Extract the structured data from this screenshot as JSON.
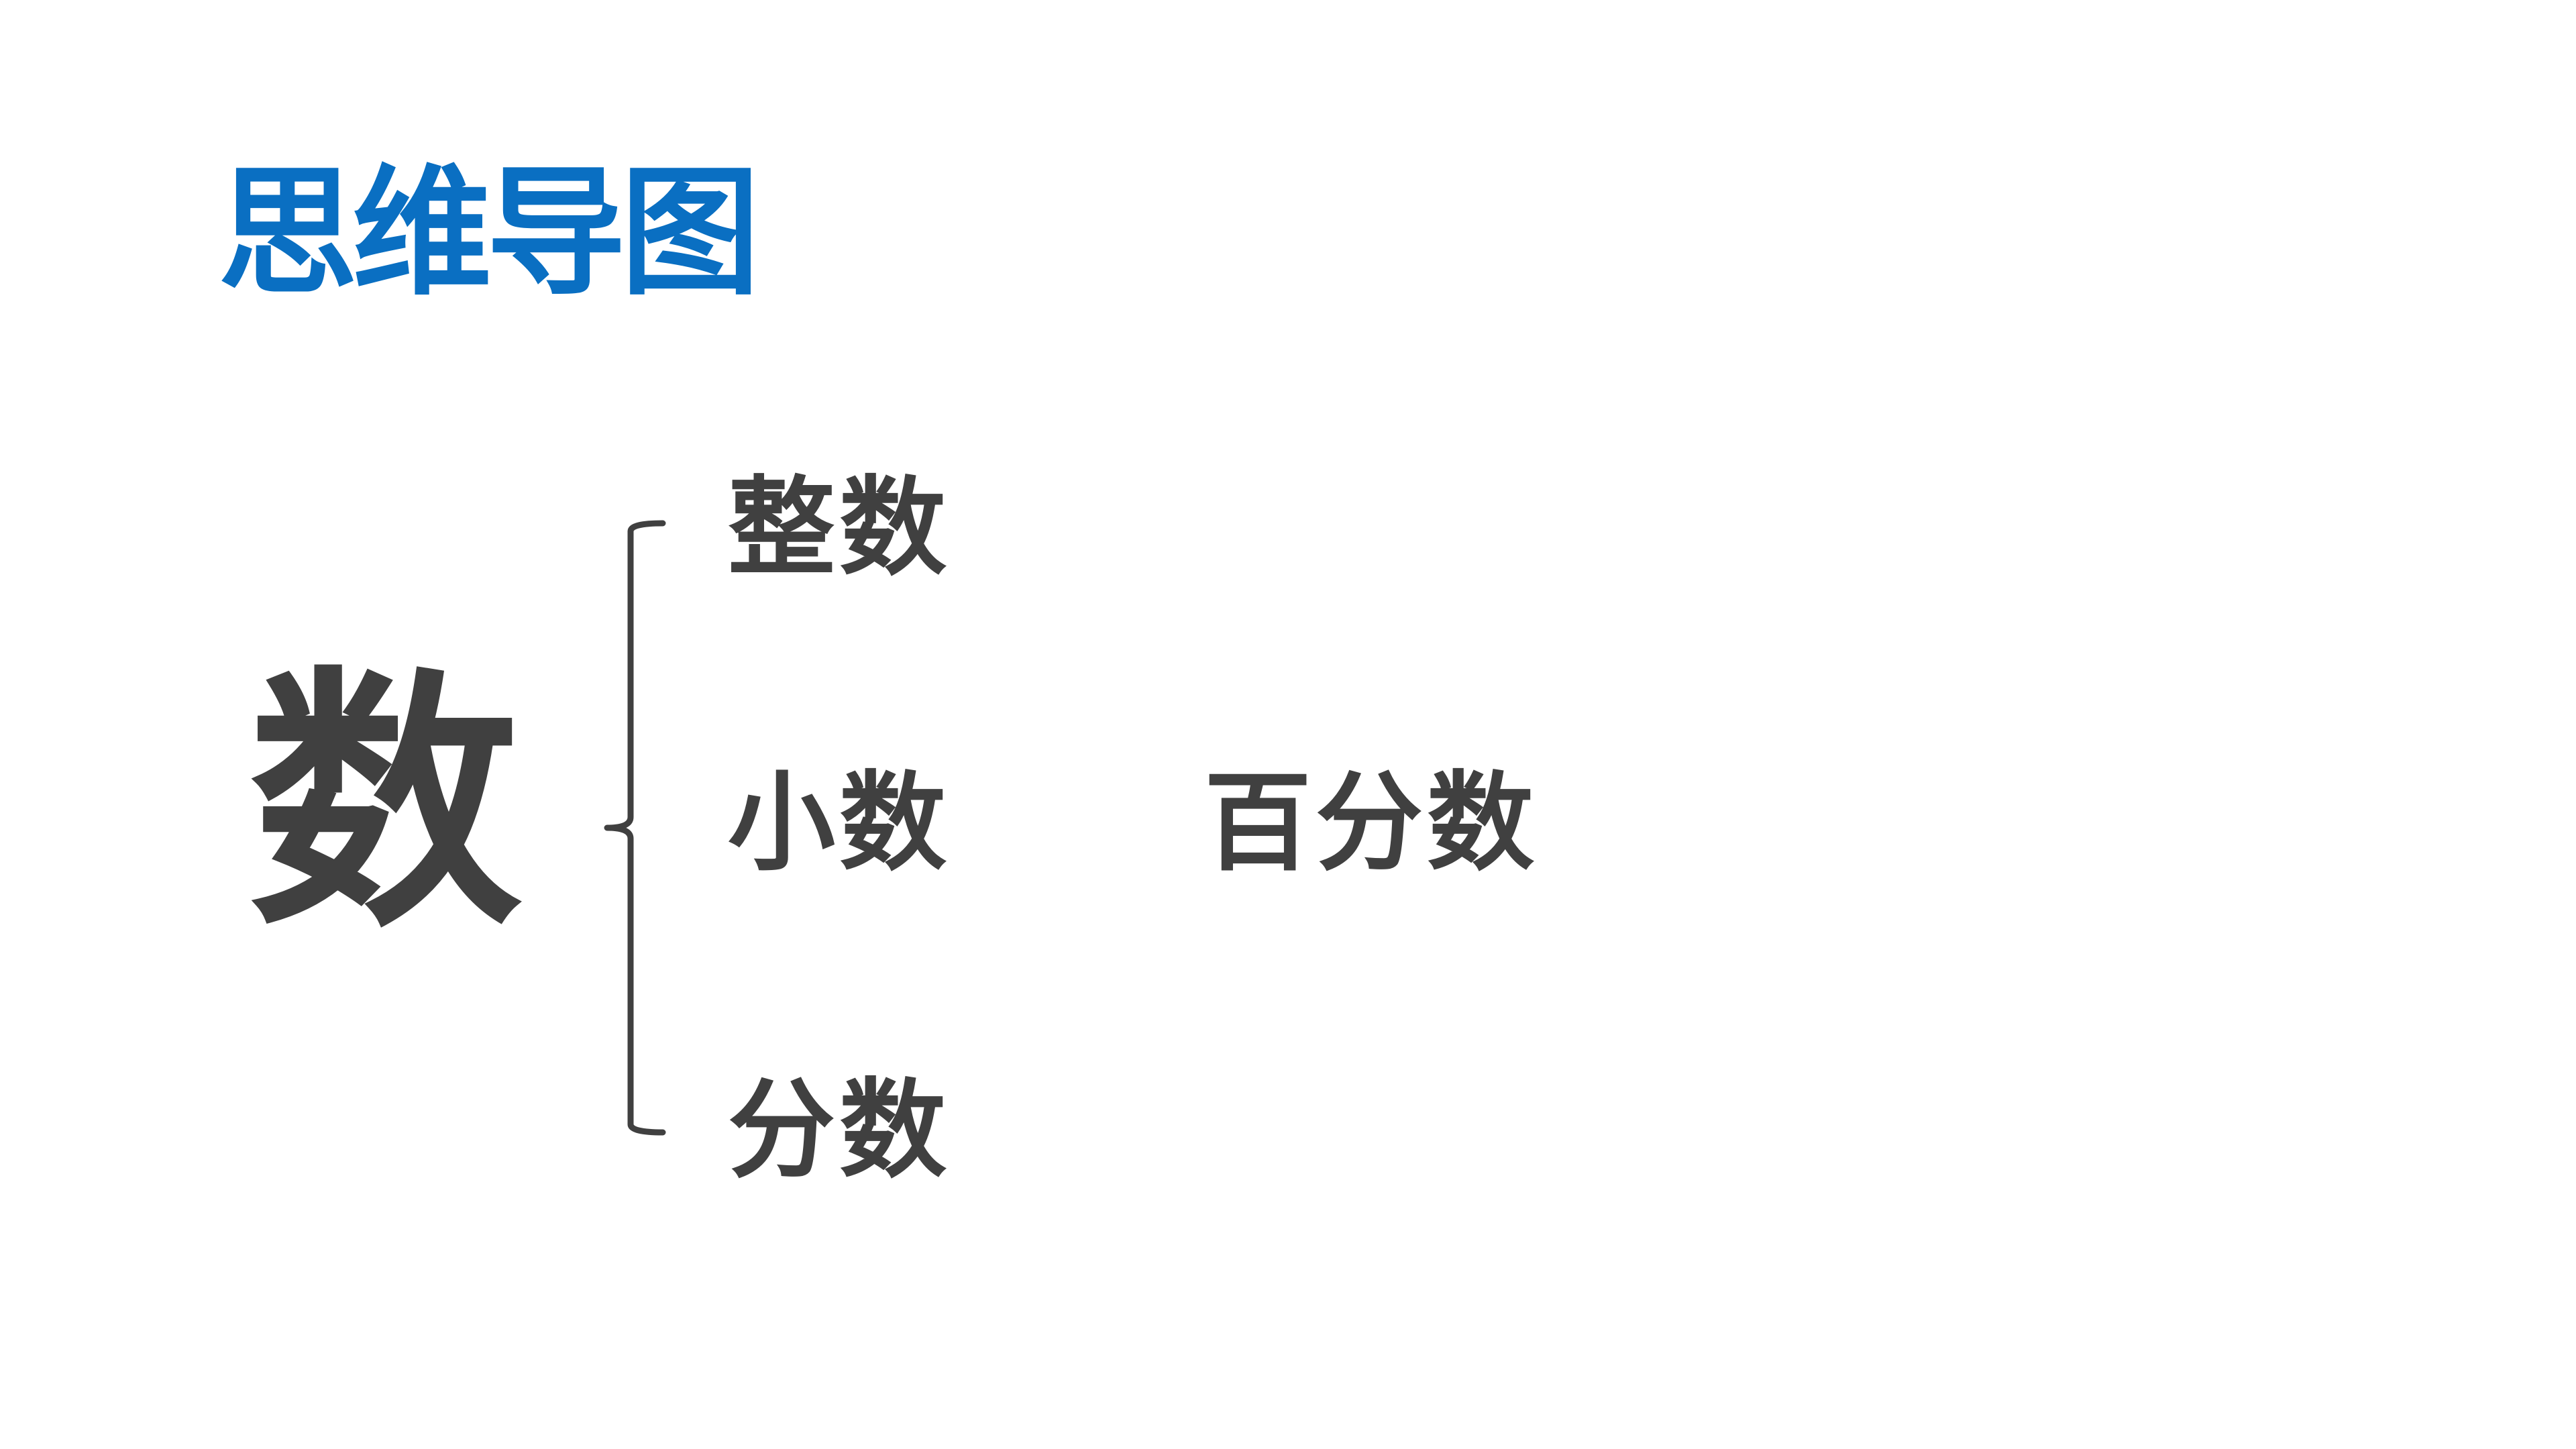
{
  "title": "思维导图",
  "root": "数",
  "branches": [
    "整数",
    "小数",
    "分数"
  ],
  "related": "百分数",
  "colors": {
    "title": "#0a6fc2",
    "text": "#404040",
    "bracket": "#404040",
    "background": "#ffffff"
  }
}
